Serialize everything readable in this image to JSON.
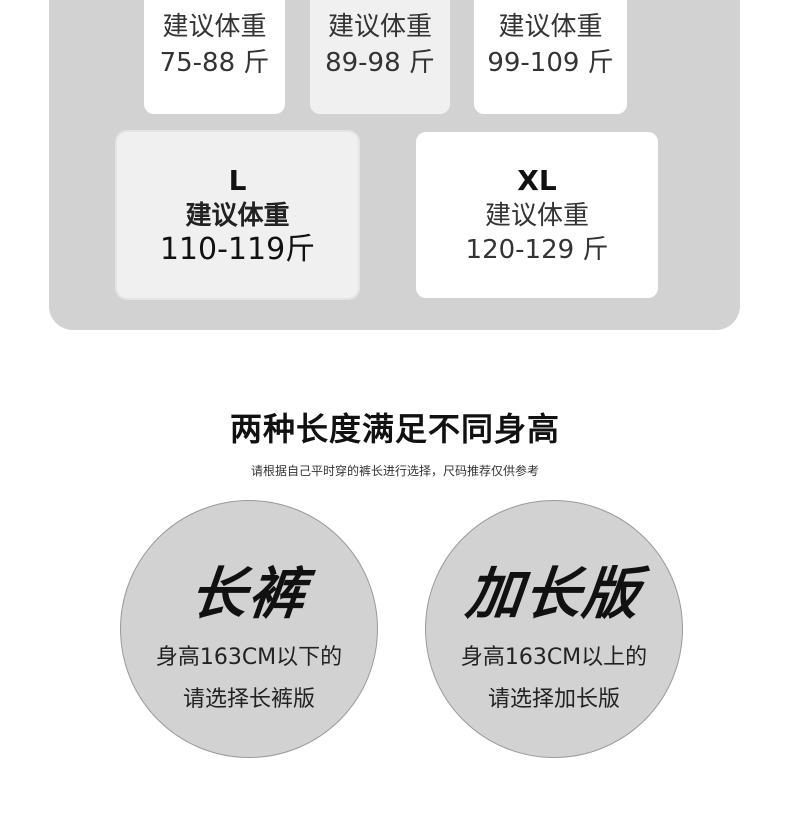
{
  "sizes": {
    "s": {
      "sub": "建议体重",
      "range": "75-88 斤"
    },
    "m": {
      "sub": "建议体重",
      "range": "89-98 斤"
    },
    "ml": {
      "sub": "建议体重",
      "range": "99-109 斤"
    },
    "l": {
      "label": "L",
      "sub": "建议体重",
      "range": "110-119斤"
    },
    "xl": {
      "label": "XL",
      "sub": "建议体重",
      "range": "120-129 斤"
    }
  },
  "section": {
    "title": "两种长度满足不同身高",
    "subtitle": "请根据自己平时穿的裤长进行选择，尺码推荐仅供参考"
  },
  "options": {
    "regular": {
      "title": "长裤",
      "line1": "身高163CM以下的",
      "line2": "请选择长裤版"
    },
    "long": {
      "title": "加长版",
      "line1": "身高163CM以上的",
      "line2": "请选择加长版"
    }
  },
  "colors": {
    "panel": "#d2d2d2",
    "card": "#ffffff",
    "card_highlight": "#f0f0f0",
    "circle": "#d2d2d2"
  }
}
